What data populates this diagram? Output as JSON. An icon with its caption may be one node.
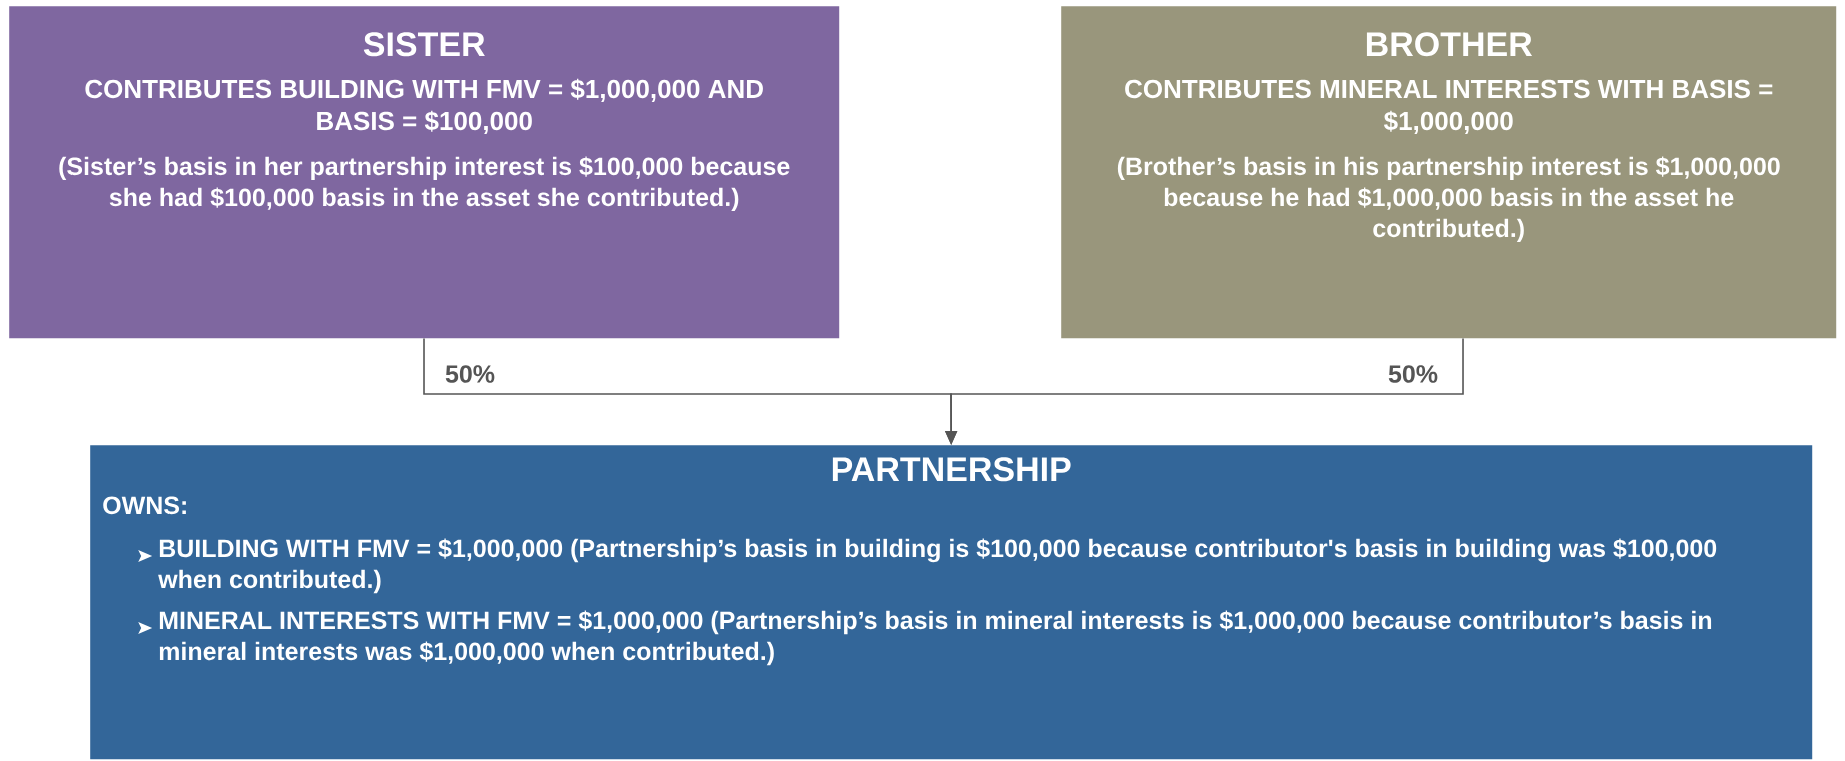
{
  "diagram": {
    "nodes": [
      {
        "text": [
          "SISTER",
          "CONTRIBUTES BUILDING WITH FMV = $1,000,000 AND BASIS = $100,000",
          "(Sister’s basis in her partnership interest is $100,000 because she had $100,000 basis in the asset she contributed.)"
        ]
      },
      {
        "text": [
          "BROTHER",
          "CONTRIBUTES MINERAL INTERESTS WITH BASIS = $1,000,000",
          "(Brother’s basis in his partnership interest is $1,000,000 because he had $1,000,000 basis in the asset he contributed.)"
        ]
      },
      {
        "text": [
          "PARTNERSHIP",
          "OWNS:",
          "BUILDING WITH FMV = $1,000,000  (Partnership’s basis in building is $100,000 because contributor's basis in building was $100,000 when contributed.)",
          "MINERAL INTERESTS WITH FMV = $1,000,000  (Partnership’s basis in mineral interests is $1,000,000 because contributor’s basis in mineral interests was $1,000,000 when contributed.)"
        ]
      }
    ],
    "edges": [
      {
        "from": 0,
        "to": 2,
        "arrow": "to",
        "label": "50%"
      },
      {
        "from": 1,
        "to": 2,
        "arrow": "to",
        "label": "50%"
      }
    ]
  }
}
